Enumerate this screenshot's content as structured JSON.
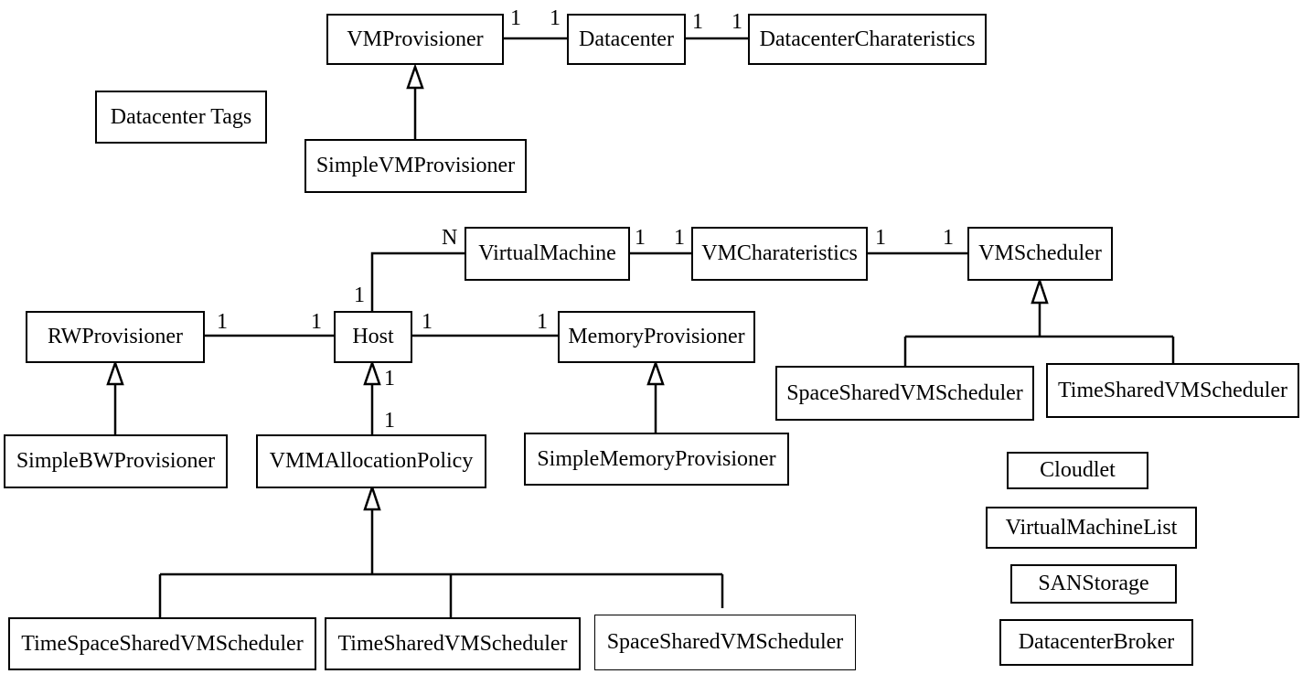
{
  "classes": {
    "vm_provisioner": "VMProvisioner",
    "datacenter": "Datacenter",
    "datacenter_charateristics": "DatacenterCharateristics",
    "datacenter_tags": "Datacenter Tags",
    "simple_vm_provisioner": "SimpleVMProvisioner",
    "virtual_machine": "VirtualMachine",
    "vm_charateristics": "VMCharateristics",
    "vm_scheduler": "VMScheduler",
    "rw_provisioner": "RWProvisioner",
    "host": "Host",
    "memory_provisioner": "MemoryProvisioner",
    "space_shared_vm_scheduler_right": "SpaceSharedVMScheduler",
    "time_shared_vm_scheduler_right": "TimeSharedVMScheduler",
    "simple_bw_provisioner": "SimpleBWProvisioner",
    "vmm_allocation_policy": "VMMAllocationPolicy",
    "simple_memory_provisioner": "SimpleMemoryProvisioner",
    "cloudlet": "Cloudlet",
    "virtual_machine_list": "VirtualMachineList",
    "san_storage": "SANStorage",
    "datacenter_broker": "DatacenterBroker",
    "time_space_shared_vm_scheduler": "TimeSpaceSharedVMScheduler",
    "time_shared_vm_scheduler_bottom": "TimeSharedVMScheduler",
    "space_shared_vm_scheduler_bottom": "SpaceSharedVMScheduler"
  },
  "multiplicities": {
    "vmprov_dc_left": "1",
    "vmprov_dc_right": "1",
    "dc_dcchar_left": "1",
    "dc_dcchar_right": "1",
    "host_vm_n": "N",
    "host_vm_1": "1",
    "vm_vmchar_left": "1",
    "vm_vmchar_right": "1",
    "vmchar_sched_left": "1",
    "vmchar_sched_right": "1",
    "rw_host_left": "1",
    "rw_host_right": "1",
    "host_mem_left": "1",
    "host_mem_right": "1",
    "host_vmm_top": "1",
    "host_vmm_bottom": "1"
  }
}
